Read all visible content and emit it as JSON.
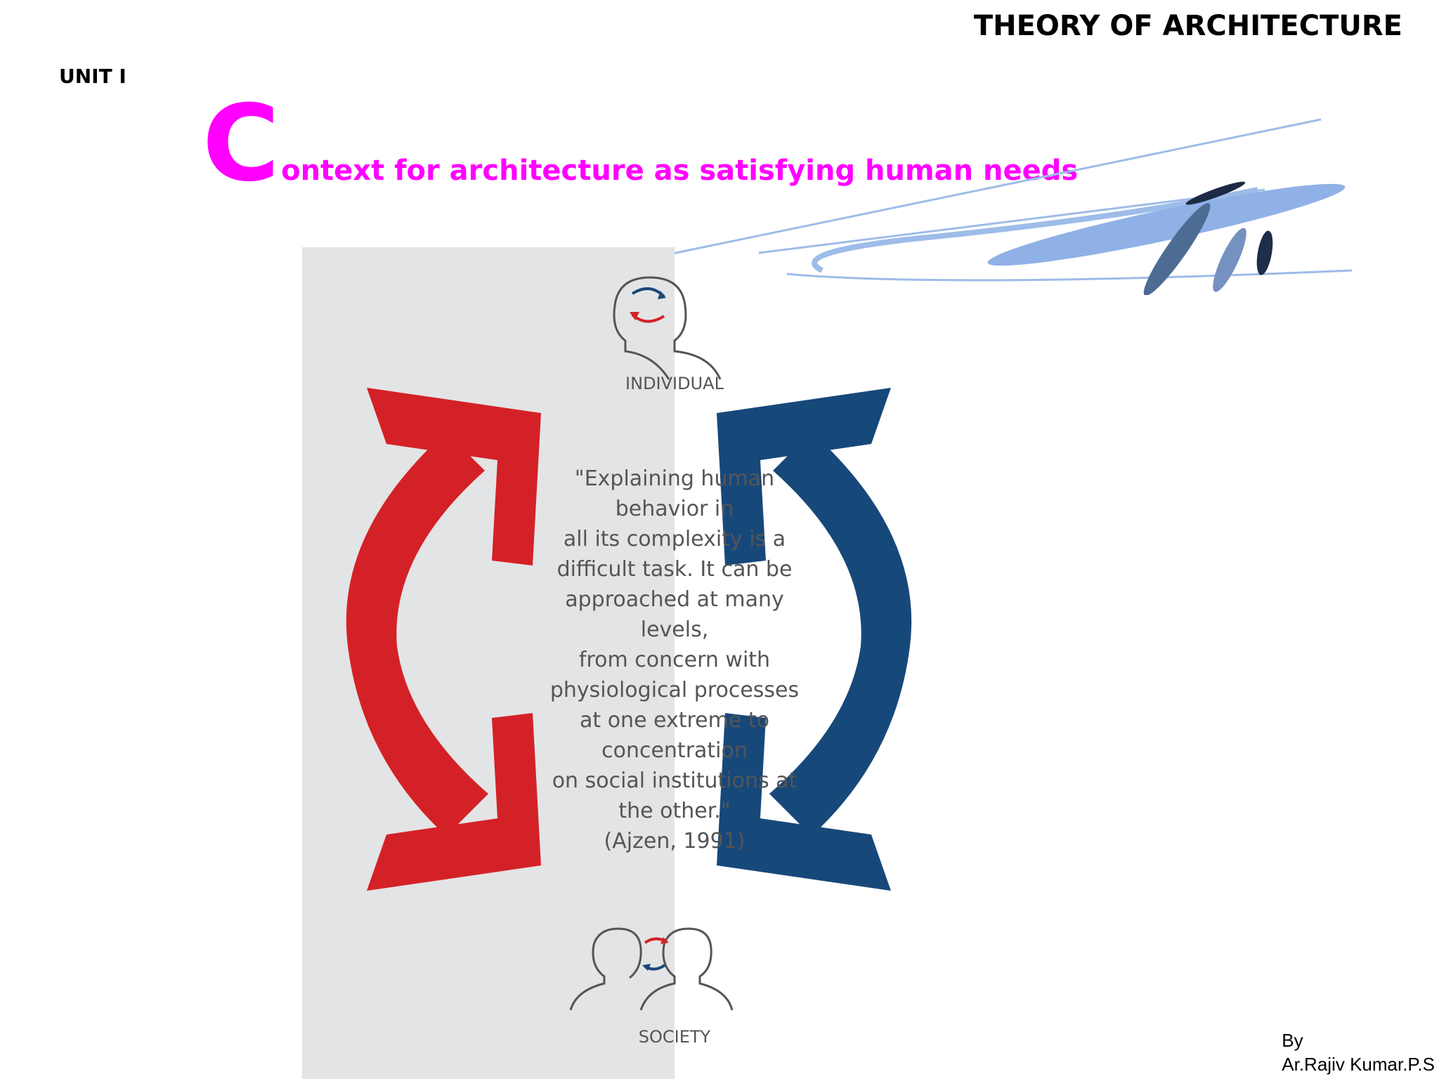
{
  "header": {
    "course_title": "THEORY OF ARCHITECTURE",
    "unit": "UNIT I"
  },
  "title": {
    "initial": "C",
    "rest": "ontext for architecture as satisfying human needs"
  },
  "figure": {
    "top_label": "INDIVIDUAL",
    "bottom_label": "SOCIETY",
    "quote": "\"Explaining human\nbehavior in\nall its complexity is a\ndifficult task. It can be\napproached at many\nlevels,\nfrom concern with\nphysiological processes\nat one extreme to\nconcentration\non social institutions at\nthe other.\"\n(Ajzen, 1991)",
    "colors": {
      "left_arrow": "#d42127",
      "right_arrow": "#17487a",
      "panel": "#e3e4e5"
    }
  },
  "byline": {
    "line1": "By",
    "line2": "Ar.Rajiv Kumar.P.S"
  },
  "theme": {
    "title_color": "#ff00ff"
  }
}
